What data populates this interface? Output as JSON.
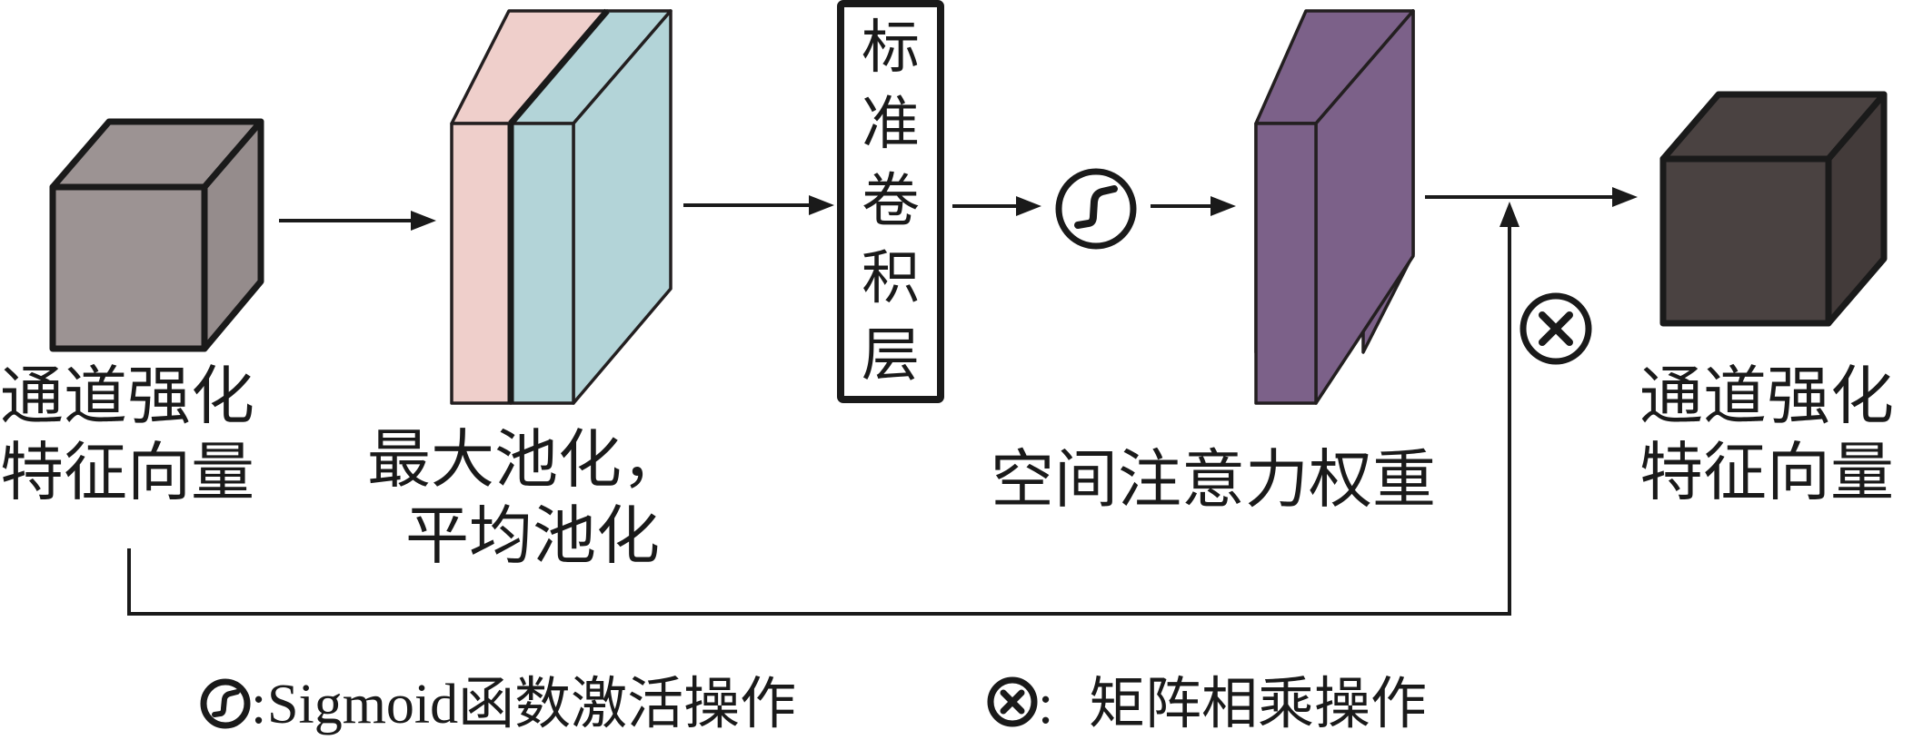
{
  "title": "空间注意力模块示意图",
  "colors": {
    "input_cube": "#9c9393",
    "input_cube_side": "#958c8c",
    "max_pool_layer": "#efcfcb",
    "avg_pool_layer": "#b3d4d8",
    "attention_weight": "#7c6189",
    "output_cube": "#4a4241",
    "stroke": "#1a1a1a"
  },
  "nodes": {
    "input": {
      "label_lines": [
        "通道强化",
        "特征向量"
      ],
      "icon": "cube-icon"
    },
    "pooling": {
      "label_lines": [
        "最大池化，",
        "平均池化"
      ],
      "icon": "stacked-layers-icon"
    },
    "conv": {
      "label_chars": [
        "标",
        "准",
        "卷",
        "积",
        "层"
      ]
    },
    "sigmoid": {
      "icon": "sigmoid-icon"
    },
    "attention": {
      "label": "空间注意力权重",
      "icon": "slab-icon"
    },
    "multiply": {
      "icon": "circled-times-icon"
    },
    "output": {
      "label_lines": [
        "通道强化",
        "特征向量"
      ],
      "icon": "cube-icon"
    }
  },
  "edges": [
    {
      "from": "input",
      "to": "pooling"
    },
    {
      "from": "pooling",
      "to": "conv"
    },
    {
      "from": "conv",
      "to": "sigmoid"
    },
    {
      "from": "sigmoid",
      "to": "attention"
    },
    {
      "from": "attention",
      "to": "output"
    },
    {
      "from": "input",
      "to": "multiply",
      "type": "skip"
    }
  ],
  "legend": [
    {
      "icon": "sigmoid-icon",
      "separator": ":",
      "text": "Sigmoid函数激活操作"
    },
    {
      "icon": "circled-times-icon",
      "separator": ":",
      "text": "矩阵相乘操作"
    }
  ]
}
